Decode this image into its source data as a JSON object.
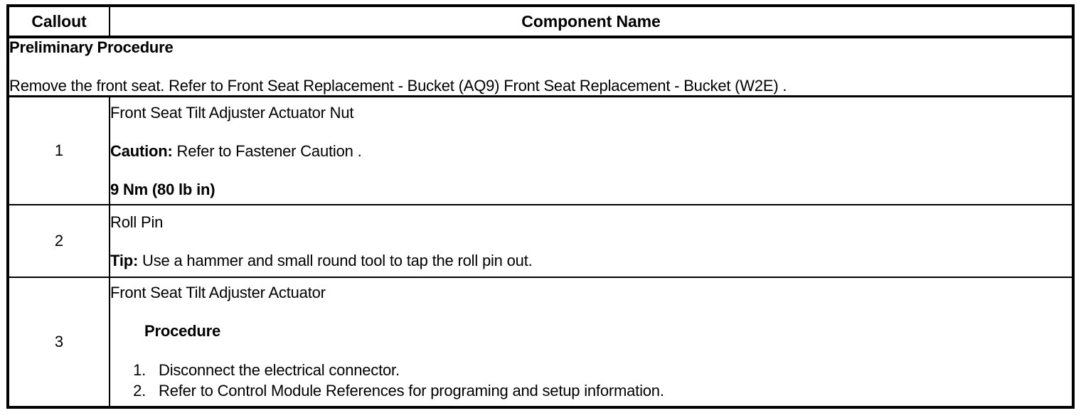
{
  "table": {
    "headers": {
      "callout": "Callout",
      "component_name": "Component Name"
    },
    "preliminary": {
      "title": "Preliminary Procedure",
      "text": "Remove the front seat. Refer to Front Seat Replacement - Bucket (AQ9) Front Seat Replacement - Bucket (W2E) ."
    },
    "rows": [
      {
        "callout": "1",
        "name": "Front Seat Tilt Adjuster Actuator Nut",
        "caution_label": "Caution:",
        "caution_text": " Refer to Fastener Caution .",
        "torque": "9 Nm (80 lb in)"
      },
      {
        "callout": "2",
        "name": "Roll Pin",
        "tip_label": "Tip:",
        "tip_text": " Use a hammer and small round tool to tap the roll pin out."
      },
      {
        "callout": "3",
        "name": "Front Seat Tilt Adjuster Actuator",
        "procedure_heading": "Procedure",
        "steps": [
          "Disconnect the electrical connector.",
          "Refer to Control Module References for programing and setup information."
        ]
      }
    ]
  },
  "colors": {
    "border": "#000000",
    "text": "#000000",
    "background": "#ffffff"
  }
}
